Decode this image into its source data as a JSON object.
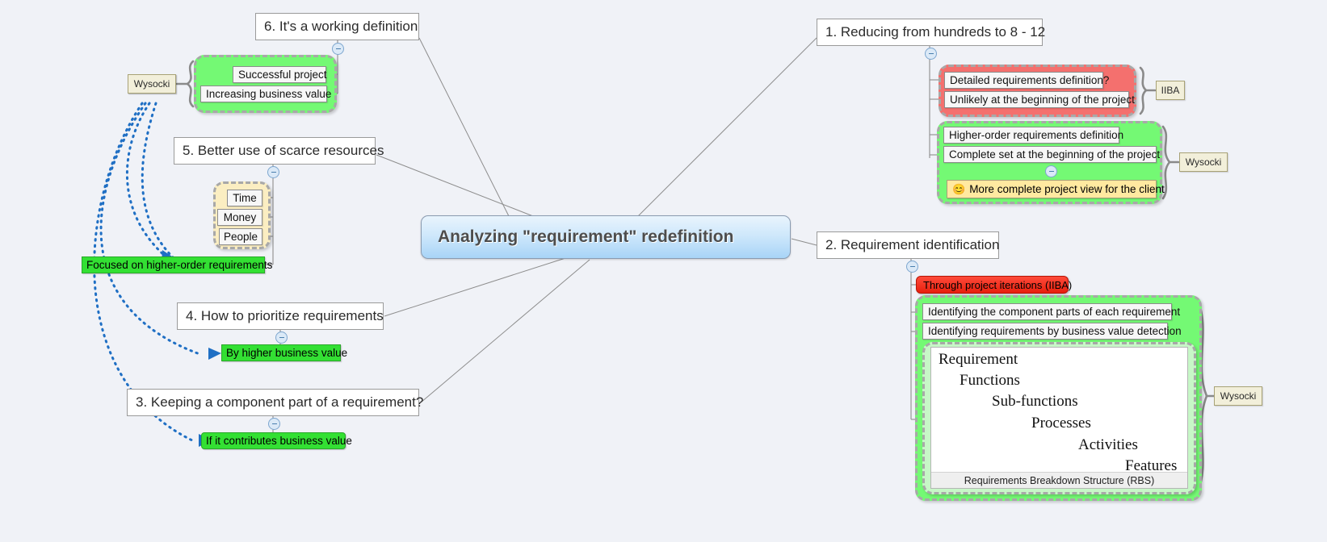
{
  "root": {
    "label": "Analyzing \"requirement\" redefinition"
  },
  "branches": {
    "topic1": {
      "label": "1. Reducing from hundreds to 8 - 12"
    },
    "topic2": {
      "label": "2. Requirement identification"
    },
    "topic3": {
      "label": "3. Keeping a component part of a requirement?"
    },
    "topic4": {
      "label": "4. How to prioritize requirements"
    },
    "topic5": {
      "label": "5. Better use of scarce resources"
    },
    "topic6": {
      "label": "6. It's a working definition"
    }
  },
  "group_iiba": {
    "label": "IIBA",
    "items": [
      "Detailed requirements definition?",
      "Unlikely at the beginning of the project"
    ]
  },
  "group_wysocki_right": {
    "label": "Wysocki",
    "items": [
      "Higher-order requirements definition",
      "Complete set at the beginning of the project"
    ],
    "note": {
      "icon": "smiley-icon",
      "glyph": "😊",
      "text": "More complete project view for the client"
    }
  },
  "group_wysocki_top": {
    "label": "Wysocki",
    "items": [
      "Successful project",
      "Increasing business value"
    ]
  },
  "group_resources": {
    "items": [
      "Time",
      "Money",
      "People"
    ]
  },
  "identification": {
    "red_note": "Through project iterations (IIBA)",
    "items": [
      "Identifying the component parts of each requirement",
      "Identifying requirements by business value detection"
    ],
    "label": "Wysocki",
    "rbs": {
      "levels": [
        "Requirement",
        "Functions",
        "Sub-functions",
        "Processes",
        "Activities",
        "Features"
      ],
      "caption": "Requirements Breakdown Structure (RBS)"
    }
  },
  "callouts": {
    "focused": "Focused on higher-order requirements",
    "by_value": "By higher business value",
    "contributes": "If it contributes business value"
  },
  "relationship_source": {
    "label": "Wysocki"
  },
  "colors": {
    "background": "#f0f2f7",
    "root_fill": "#a8d4f7",
    "green_boundary": "#74f974",
    "red_boundary": "#f4706e",
    "yellow_boundary": "#fbeec2",
    "callout_green": "#33e033",
    "red_node": "#e81f0d",
    "brace_label": "#f2efda",
    "relationship_line": "#1f6fc4"
  }
}
